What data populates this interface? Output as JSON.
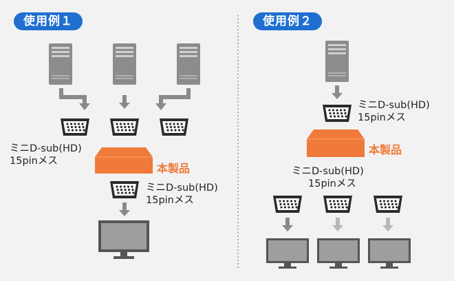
{
  "left": {
    "badge": "使用例１",
    "connector_label_1": "ミニD-sub(HD)",
    "connector_label_2": "15pinメス",
    "product_label": "本製品",
    "output_label_1": "ミニD-sub(HD)",
    "output_label_2": "15pinメス"
  },
  "right": {
    "badge": "使用例２",
    "connector_label_1": "ミニD-sub(HD)",
    "connector_label_2": "15pinメス",
    "product_label": "本製品",
    "output_label_1": "ミニD-sub(HD)",
    "output_label_2": "15pinメス"
  },
  "colors": {
    "badge": "#1f6fd0",
    "product": "#f07a3a",
    "server": "#8a8a8a",
    "arrow": "#8a8a8a",
    "arrow_light": "#b8b8b8",
    "monitor": "#555555"
  }
}
